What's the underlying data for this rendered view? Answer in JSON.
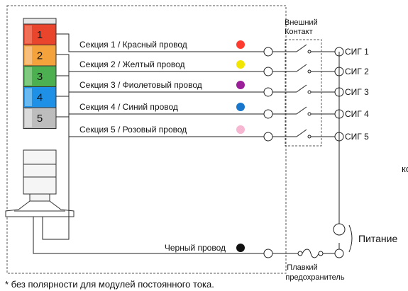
{
  "segments": [
    {
      "number": "1",
      "color": "#e8452c",
      "band": "#f07a63"
    },
    {
      "number": "2",
      "color": "#f4a23c",
      "band": "#f8c58e"
    },
    {
      "number": "3",
      "color": "#4caf50",
      "band": "#8fd08d"
    },
    {
      "number": "4",
      "color": "#1e90e6",
      "band": "#7fc3f2"
    },
    {
      "number": "5",
      "color": "#bdbdbd",
      "band": "#e2e2e2"
    }
  ],
  "wires": [
    {
      "label": "Секция 1 / Красный провод",
      "dot_color": "#ff3b30",
      "sig": "СИГ 1"
    },
    {
      "label": "Секция 2 / Желтый провод",
      "dot_color": "#f2e600",
      "sig": "СИГ 2"
    },
    {
      "label": "Секция 3 / Фиолетовый провод",
      "dot_color": "#9c1f9a",
      "sig": "СИГ 3"
    },
    {
      "label": "Секция 4 / Синий провод",
      "dot_color": "#1877cc",
      "sig": "СИГ 4"
    },
    {
      "label": "Секция 5 / Розовый провод",
      "dot_color": "#f7b6d2",
      "sig": "СИГ 5"
    }
  ],
  "black_wire": {
    "label": "Черный провод",
    "dot_color": "#111111"
  },
  "external_contact": {
    "line1": "Внешний",
    "line2": "Контакт"
  },
  "fuse": {
    "line1": "Плавкий",
    "line2": "предохранитель"
  },
  "power": {
    "label": "Питание"
  },
  "side_fragment": "кс",
  "footnote": "*  без полярности для модулей постоянного тока."
}
